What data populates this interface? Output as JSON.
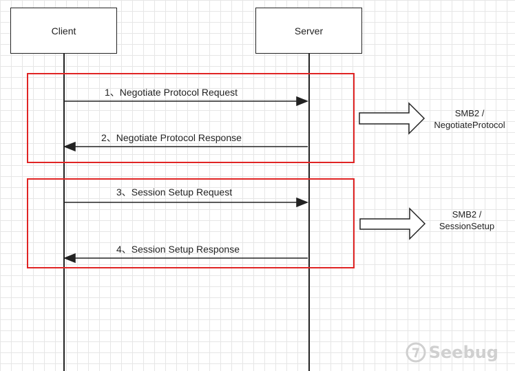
{
  "participants": {
    "client": "Client",
    "server": "Server"
  },
  "messages": [
    {
      "label": "1、Negotiate Protocol Request",
      "direction": "client-to-server"
    },
    {
      "label": "2、Negotiate Protocol Response",
      "direction": "server-to-client"
    },
    {
      "label": "3、Session Setup Request",
      "direction": "client-to-server"
    },
    {
      "label": "4、Session Setup Response",
      "direction": "server-to-client"
    }
  ],
  "groups": [
    {
      "line1": "SMB2 /",
      "line2": "NegotiateProtocol"
    },
    {
      "line1": "SMB2 /",
      "line2": "SessionSetup"
    }
  ],
  "watermark": "Seebug",
  "colors": {
    "group_border": "#e02424",
    "line": "#222222",
    "grid": "#e6e6e6",
    "watermark": "#d0d0d0"
  }
}
